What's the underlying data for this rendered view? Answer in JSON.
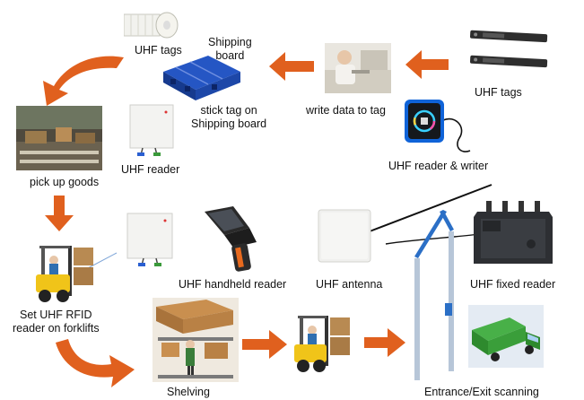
{
  "title": "UHF RFID logistics workflow",
  "labels": {
    "uhf_tags_roll": "UHF tags",
    "shipping_board": "Shipping\nboard",
    "write_data": "write data to tag",
    "uhf_tags_top": "UHF tags",
    "stick_tag": "stick tag on\nShipping board",
    "uhf_reader": "UHF reader",
    "pick_up": "pick up goods",
    "reader_writer": "UHF reader & writer",
    "handheld": "UHF handheld reader",
    "antenna": "UHF antenna",
    "fixed_reader": "UHF fixed reader",
    "forklift_reader": "Set UHF RFID\nreader on forklifts",
    "shelving": "Shelving",
    "entrance_exit": "Entrance/Exit scanning"
  },
  "icons": {
    "tag_roll": "tag-roll-icon",
    "pallet": "pallet-icon",
    "worker_photo": "worker-photo-icon",
    "tag_strip": "tag-strip-icon",
    "desktop_writer": "desktop-writer-icon",
    "warehouse_photo": "warehouse-photo-icon",
    "reader_panel": "reader-panel-icon",
    "handheld_device": "handheld-device-icon",
    "antenna_panel": "antenna-panel-icon",
    "fixed_reader_box": "fixed-reader-icon",
    "forklift": "forklift-icon",
    "shelving_scene": "shelving-scene-icon",
    "gate": "gate-icon",
    "truck": "truck-icon"
  },
  "colors": {
    "arrow": "#e0601e",
    "pallet": "#1f49b0",
    "forklift": "#f0c419",
    "truck": "#3aa03a",
    "gate": "#2b6fc6",
    "cable": "#111111"
  }
}
